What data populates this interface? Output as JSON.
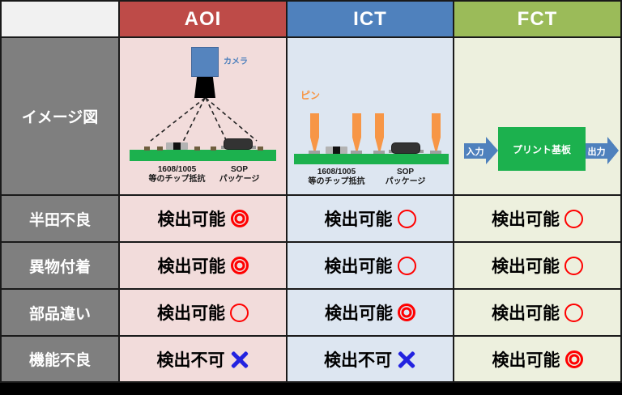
{
  "table": {
    "corner": "",
    "columns": [
      {
        "key": "aoi",
        "label": "AOI",
        "header_color": "#BE4B48",
        "cell_color": "#F2DCDB"
      },
      {
        "key": "ict",
        "label": "ICT",
        "header_color": "#4F81BD",
        "cell_color": "#DDE6F1"
      },
      {
        "key": "fct",
        "label": "FCT",
        "header_color": "#9BBB59",
        "cell_color": "#EDF0DE"
      }
    ],
    "image_row_label": "イメージ図",
    "rows": [
      {
        "label": "半田不良",
        "cells": [
          {
            "text": "検出可能",
            "mark": "double-circle"
          },
          {
            "text": "検出可能",
            "mark": "circle"
          },
          {
            "text": "検出可能",
            "mark": "circle"
          }
        ]
      },
      {
        "label": "異物付着",
        "cells": [
          {
            "text": "検出可能",
            "mark": "double-circle"
          },
          {
            "text": "検出可能",
            "mark": "circle"
          },
          {
            "text": "検出可能",
            "mark": "circle"
          }
        ]
      },
      {
        "label": "部品違い",
        "cells": [
          {
            "text": "検出可能",
            "mark": "circle"
          },
          {
            "text": "検出可能",
            "mark": "double-circle"
          },
          {
            "text": "検出可能",
            "mark": "circle"
          }
        ]
      },
      {
        "label": "機能不良",
        "cells": [
          {
            "text": "検出不可",
            "mark": "cross"
          },
          {
            "text": "検出不可",
            "mark": "cross"
          },
          {
            "text": "検出可能",
            "mark": "double-circle"
          }
        ]
      }
    ]
  },
  "diagrams": {
    "aoi": {
      "camera_label": "カメラ",
      "chip_line1": "1608/1005",
      "chip_line2": "等のチップ抵抗",
      "sop_line1": "SOP",
      "sop_line2": "パッケージ"
    },
    "ict": {
      "pin_label": "ピン",
      "chip_line1": "1608/1005",
      "chip_line2": "等のチップ抵抗",
      "sop_line1": "SOP",
      "sop_line2": "パッケージ"
    },
    "fct": {
      "input_label": "入力",
      "board_label": "プリント基板",
      "output_label": "出力"
    }
  },
  "colors": {
    "aoi_header": "#BE4B48",
    "ict_header": "#4F81BD",
    "fct_header": "#9BBB59",
    "aoi_cell_bg": "#F2DCDB",
    "ict_cell_bg": "#DDE6F1",
    "fct_cell_bg": "#EDF0DE",
    "row_label_bg": "#7F7F7F",
    "mark_red": "#FF0000",
    "cross_blue": "#2323E0",
    "pcb_green": "#1CB14E",
    "pin_orange": "#F79646",
    "camera_blue": "#5584BE",
    "arrow_blue": "#4F81BD"
  }
}
